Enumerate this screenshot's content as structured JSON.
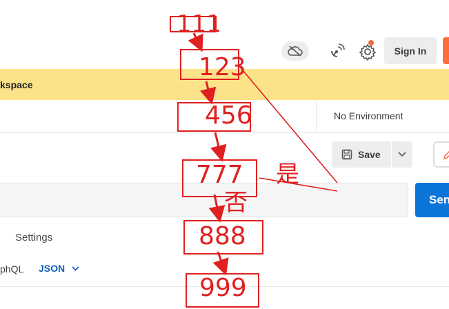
{
  "header": {
    "sign_in_label": "Sign In"
  },
  "banner": {
    "text": "kspace"
  },
  "environment": {
    "selected": "No Environment"
  },
  "toolbar": {
    "save_label": "Save"
  },
  "request": {
    "send_label": "Sen"
  },
  "tabs": {
    "settings_label": "Settings"
  },
  "body": {
    "graphql_partial": "phQL",
    "format_label": "JSON"
  },
  "annotation": {
    "steps": [
      "111",
      "123",
      "456",
      "777",
      "888",
      "999"
    ],
    "yes_label": "是",
    "no_label": "否"
  },
  "colors": {
    "accent": "#ff6c37",
    "send": "#0b76d8",
    "banner": "#fce38a",
    "annotation": "#e02020"
  },
  "icons": [
    "cloud-off-icon",
    "satellite-icon",
    "gear-icon",
    "save-icon",
    "chevron-down-icon",
    "pencil-icon"
  ]
}
